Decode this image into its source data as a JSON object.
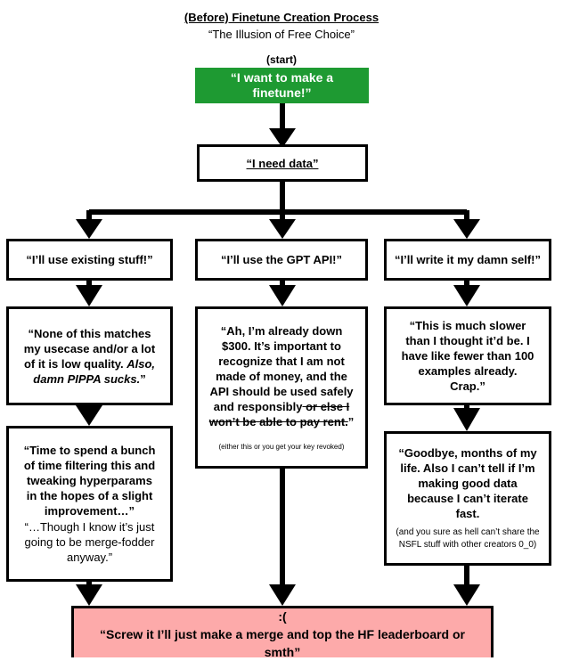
{
  "title": "(Before) Finetune Creation Process",
  "subtitle": "“The Illusion of Free Choice”",
  "start_label": "(start)",
  "start_box": "“I want to make a finetune!”",
  "need_data": "“I need data”",
  "branches": [
    {
      "choice": "“I’ll use existing stuff!”",
      "step1_a": "“None of this matches my usecase and/or a lot of it is low quality. ",
      "step1_em": "Also, damn PIPPA sucks.",
      "step1_b": "”",
      "step2": "“Time to spend a bunch of time filtering this and tweaking hyperparams in the hopes of a slight improvement…”",
      "step2_note": "“…Though I know it’s just going to be merge-fodder anyway.”"
    },
    {
      "choice": "“I’ll use the GPT API!”",
      "step1_a": "“Ah, I’m already down $300. It’s important to recognize that I am not made of money, and the API should be used safely and responsibly",
      "step1_strike": " or else I won’t be able to pay rent.",
      "step1_b": "”",
      "step1_note": "(either this or you get your key revoked)"
    },
    {
      "choice": "“I’ll write it my damn self!”",
      "step1": "“This is much slower than I thought it’d be. I have like fewer than 100 examples already. Crap.”",
      "step2": "“Goodbye, months of my life. Also I can’t tell if I’m making good data because I can’t iterate fast.",
      "step2_note": "(and you sure as hell can’t share the NSFL stuff with other creators 0_0)"
    }
  ],
  "end_face": ":(",
  "end_text": "“Screw it I’ll just make a merge and top the HF leaderboard or smth”",
  "colors": {
    "start": "#1e9a32",
    "end": "#fdaaaa",
    "line": "#000000"
  }
}
